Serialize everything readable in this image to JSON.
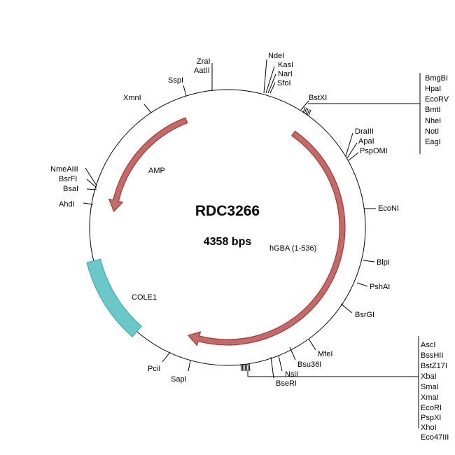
{
  "plasmid": {
    "name": "RDC3266",
    "size_label": "4358 bps"
  },
  "features": [
    {
      "id": "amp",
      "label": "AMP",
      "color": "#c46a6a",
      "stroke": "#9e3a3a"
    },
    {
      "id": "hgba",
      "label": "hGBA (1-536)",
      "color": "#c46a6a",
      "stroke": "#9e3a3a"
    },
    {
      "id": "cole1",
      "label": "COLE1",
      "color": "#6cc8c8",
      "stroke": "#3a9e9e"
    }
  ],
  "sites": {
    "ndei_group": [
      "NdeI",
      "KasI",
      "NarI",
      "SfoI"
    ],
    "zrai_group": [
      "ZraI",
      "AatII"
    ],
    "sspi": "SspI",
    "xmni": "XmnI",
    "bstxi": "BstXI",
    "right_top_group": [
      "BmgBI",
      "HpaI",
      "EcoRV",
      "BmtI",
      "NheI",
      "NotI",
      "EagI"
    ],
    "draiii_group": [
      "DraIII",
      "ApaI",
      "PspOMI"
    ],
    "ecoNI": "EcoNI",
    "blpi": "BlpI",
    "pshai": "PshAI",
    "bsrgi": "BsrGI",
    "mfei": "MfeI",
    "bsu36i": "Bsu36I",
    "nsii": "NsiI",
    "bseri": "BseRI",
    "right_bottom_group": [
      "AscI",
      "BssHII",
      "BstZ17I",
      "XbaI",
      "SmaI",
      "XmaI",
      "EcoRI",
      "PspXI",
      "XhoI",
      "Eco47III"
    ],
    "sapi": "SapI",
    "pcii": "PciI",
    "ahdi": "AhdI",
    "left_group": [
      "NmeAIII",
      "BsrFI",
      "BsaI"
    ]
  }
}
